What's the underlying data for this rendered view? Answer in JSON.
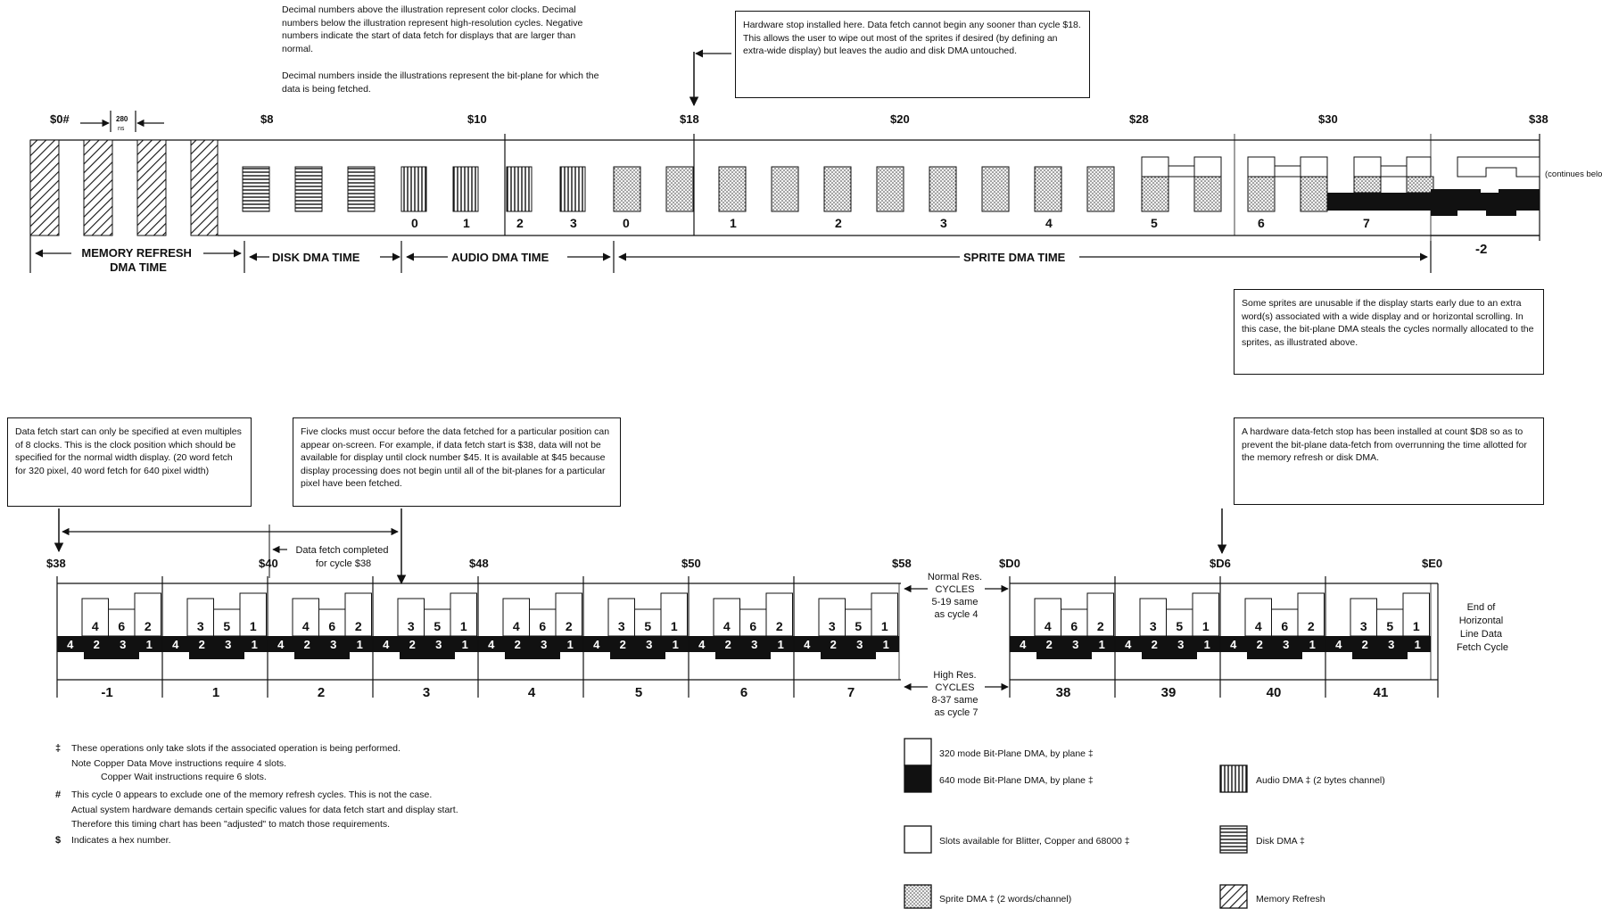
{
  "notes": {
    "decimal_note": "Decimal numbers above the illustration represent color clocks. Decimal numbers below the illustration represent high-resolution cycles. Negative numbers indicate the start of data fetch for displays that are larger than normal.",
    "bitplane_note": "Decimal numbers inside the illustrations represent the bit-plane for which the data is being fetched.",
    "hardware_stop_18": "Hardware stop installed here. Data fetch cannot begin any sooner than cycle $18. This allows the user to wipe out most of the sprites if desired (by defining an extra-wide display) but leaves the audio and disk DMA untouched.",
    "sprites_unusable": "Some sprites are unusable if the display starts early due to an extra word(s) associated with a wide display and or horizontal scrolling. In this case, the bit-plane DMA steals the cycles normally allocated to the sprites, as illustrated above.",
    "fetch_start_multiples": "Data fetch start can only be specified at even multiples of 8 clocks. This is the clock position which should be specified for the normal width display. (20 word fetch for 320 pixel, 40 word fetch for 640 pixel width)",
    "five_clocks": "Five clocks must occur before the data fetched for a particular position can appear on-screen. For example, if data fetch start is $38, data will not be available for display until clock number $45. It is available at $45 because display processing does not begin until all of the bit-planes for a particular pixel have been fetched.",
    "hardware_stop_d8": "A hardware data-fetch stop has been installed at count $D8 so as to prevent the bit-plane data-fetch from overrunning the time allotted for the memory refresh or disk DMA."
  },
  "top": {
    "clock_labels": [
      "$0#",
      "$8",
      "$10",
      "$18",
      "$20",
      "$28",
      "$30",
      "$38"
    ],
    "ns_label_top": "280",
    "ns_label_bottom": "ns",
    "continues": "(continues below)",
    "slot_numbers": [
      "0",
      "1",
      "2",
      "3",
      "0",
      "1",
      "2",
      "3",
      "4",
      "5",
      "6",
      "7",
      "-2"
    ],
    "phases": [
      "MEMORY REFRESH DMA TIME",
      "DISK DMA TIME",
      "AUDIO DMA TIME",
      "SPRITE DMA TIME"
    ]
  },
  "bottom": {
    "clock_labels": [
      "$38",
      "$40",
      "$48",
      "$50",
      "$58",
      "$D0",
      "$D6",
      "$E0"
    ],
    "data_fetch_completed": "Data fetch completed for cycle $38",
    "normal_res": "Normal Res. CYCLES 5-19 same as cycle 4",
    "high_res": "High Res. CYCLES 8-37 same as cycle 7",
    "end_label": "End of Horizontal Line Data Fetch Cycle",
    "cycle_labels": [
      "-1",
      "1",
      "2",
      "3",
      "4",
      "5",
      "6",
      "7",
      "38",
      "39",
      "40",
      "41"
    ],
    "lowres_planes": [
      "4",
      "6",
      "2",
      "3",
      "5",
      "1"
    ],
    "hires_planes": [
      "4",
      "2",
      "3",
      "1"
    ]
  },
  "footnotes": {
    "f1": "These operations only take slots if the associated operation is being performed.",
    "f1b": "Note  Copper Data Move instructions require 4 slots.",
    "f1c": "Copper Wait instructions require 6 slots.",
    "f2": "This cycle 0 appears to exclude one of the memory refresh cycles. This is not the case.",
    "f2b": "Actual system hardware demands certain specific values for data fetch start and display start.",
    "f2c": "Therefore this timing chart has been \"adjusted\" to match those requirements.",
    "f3": "Indicates a hex number.",
    "sym1": "‡",
    "sym2": "#",
    "sym3": "$"
  },
  "legend": {
    "lowres": "320 mode Bit-Plane DMA, by plane ‡",
    "hires": "640 mode Bit-Plane DMA, by plane ‡",
    "audio": "Audio DMA ‡ (2 bytes channel)",
    "slots": "Slots available for Blitter, Copper and 68000 ‡",
    "disk": "Disk DMA ‡",
    "sprite": "Sprite DMA ‡ (2 words/channel)",
    "refresh": "Memory Refresh"
  }
}
